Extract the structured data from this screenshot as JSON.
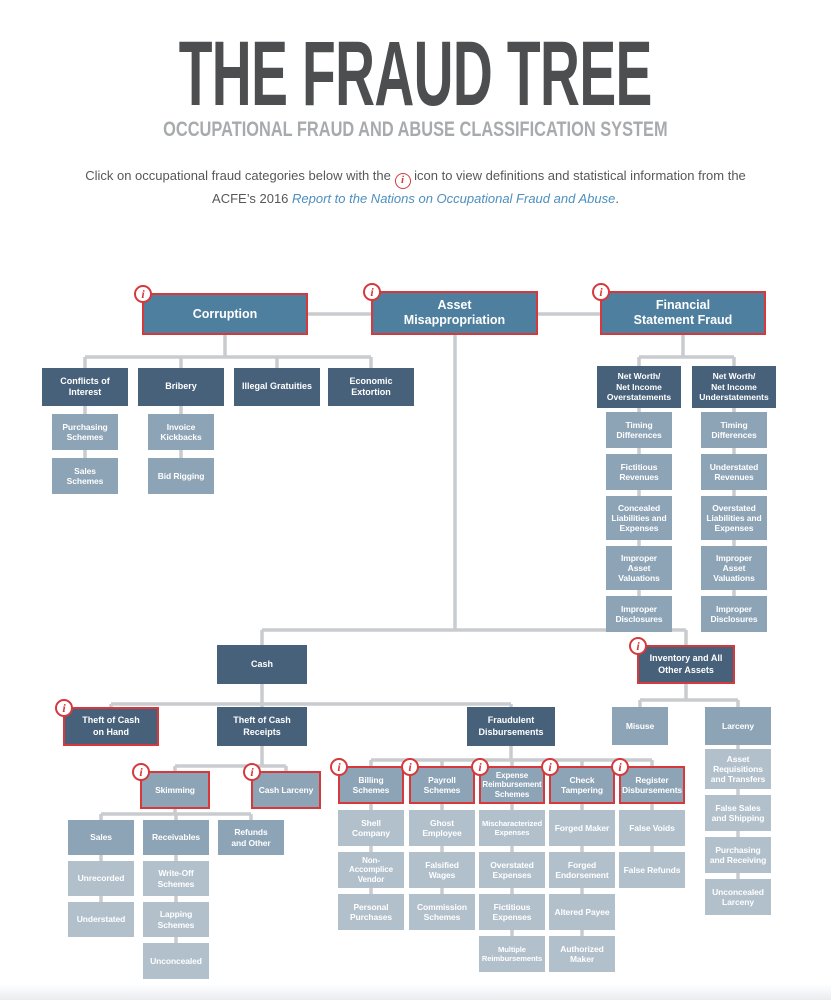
{
  "header": {
    "title": "THE FRAUD TREE",
    "subtitle": "OCCUPATIONAL FRAUD AND ABUSE CLASSIFICATION SYSTEM",
    "intro_before": "Click on occupational fraud categories below with the",
    "intro_after": "icon to view definitions and statistical information from the ACFE’s 2016",
    "intro_link": "Report to the Nations on Occupational Fraud and Abuse",
    "intro_period": "."
  },
  "icons": {
    "info_glyph": "i"
  },
  "colors": {
    "accent_red": "#d6393c",
    "top_box_blue": "#4e7f9f",
    "dark_box_slate": "#47617a",
    "medium_box": "#8da3b6",
    "light_box": "#b2c0cc",
    "connector_gray": "#c9cccf",
    "link_blue": "#4d8fbf",
    "title_gray": "#4d4e50",
    "subtitle_gray": "#a8abad"
  },
  "nodes": {
    "corruption": "Corruption",
    "asset_misappropriation": "Asset\nMisappropriation",
    "financial_statement_fraud": "Financial\nStatement Fraud",
    "conflicts_of_interest": "Conflicts of\nInterest",
    "bribery": "Bribery",
    "illegal_gratuities": "Illegal Gratuities",
    "economic_extortion": "Economic\nExtortion",
    "purchasing_schemes": "Purchasing\nSchemes",
    "sales_schemes": "Sales\nSchemes",
    "invoice_kickbacks": "Invoice\nKickbacks",
    "bid_rigging": "Bid Rigging",
    "nw_overstatements": "Net Worth/\nNet Income\nOverstatements",
    "nw_understatements": "Net Worth/\nNet Income\nUnderstatements",
    "timing_differences_over": "Timing\nDifferences",
    "fictitious_revenues": "Fictitious\nRevenues",
    "concealed_liabilities": "Concealed\nLiabilities and\nExpenses",
    "improper_asset_valuations_over": "Improper\nAsset\nValuations",
    "improper_disclosures_over": "Improper\nDisclosures",
    "timing_differences_under": "Timing\nDifferences",
    "understated_revenues": "Understated\nRevenues",
    "overstated_liabilities": "Overstated\nLiabilities and\nExpenses",
    "improper_asset_valuations_under": "Improper\nAsset\nValuations",
    "improper_disclosures_under": "Improper\nDisclosures",
    "cash": "Cash",
    "inventory_all_other_assets": "Inventory and All\nOther Assets",
    "theft_of_cash_on_hand": "Theft of Cash\non Hand",
    "theft_of_cash_receipts": "Theft of Cash\nReceipts",
    "fraudulent_disbursements": "Fraudulent\nDisbursements",
    "skimming": "Skimming",
    "cash_larceny": "Cash Larceny",
    "skimming_sales": "Sales",
    "receivables": "Receivables",
    "refunds_and_other": "Refunds\nand Other",
    "unrecorded": "Unrecorded",
    "understated": "Understated",
    "write_off_schemes": "Write-Off\nSchemes",
    "lapping_schemes": "Lapping\nSchemes",
    "unconcealed": "Unconcealed",
    "billing_schemes": "Billing\nSchemes",
    "payroll_schemes": "Payroll\nSchemes",
    "expense_reimbursement_schemes": "Expense\nReimbursement\nSchemes",
    "check_tampering": "Check\nTampering",
    "register_disbursements": "Register\nDisbursements",
    "shell_company": "Shell\nCompany",
    "non_accomplice_vendor": "Non-\nAccomplice\nVendor",
    "personal_purchases": "Personal\nPurchases",
    "ghost_employee": "Ghost\nEmployee",
    "falsified_wages": "Falsified\nWages",
    "commission_schemes": "Commission\nSchemes",
    "mischaracterized_expenses": "Mischaracterized\nExpenses",
    "overstated_expenses": "Overstated\nExpenses",
    "fictitious_expenses": "Fictitious\nExpenses",
    "multiple_reimbursements": "Multiple\nReimbursements",
    "forged_maker": "Forged Maker",
    "forged_endorsement": "Forged\nEndorsement",
    "altered_payee": "Altered Payee",
    "authorized_maker": "Authorized\nMaker",
    "false_voids": "False Voids",
    "false_refunds": "False Refunds",
    "misuse": "Misuse",
    "larceny": "Larceny",
    "asset_requisitions_transfers": "Asset\nRequisitions\nand Transfers",
    "false_sales_shipping": "False Sales\nand Shipping",
    "purchasing_receiving": "Purchasing\nand Receiving",
    "unconcealed_larceny": "Unconcealed\nLarceny"
  }
}
